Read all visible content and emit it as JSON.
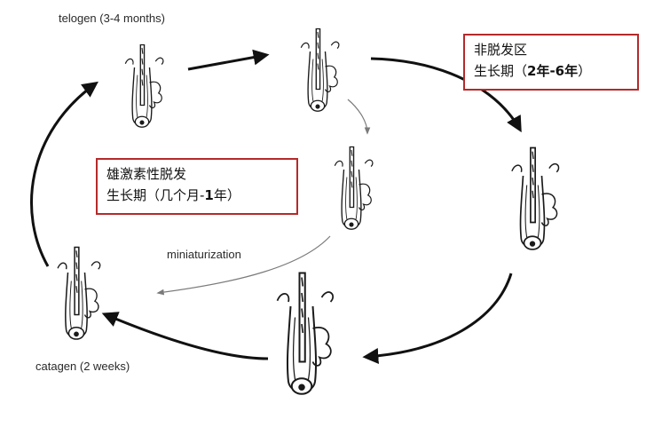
{
  "stages": {
    "telogen": "telogen (3-4 months)",
    "catagen": "catagen (2 weeks)",
    "miniaturization": "miniaturization"
  },
  "boxes": {
    "non_alopecia": {
      "line1": "非脱发区",
      "line2_prefix": "生长期（",
      "line2_range": "2年-6年",
      "line2_suffix": "）"
    },
    "androgenic": {
      "line1": "雄激素性脱发",
      "line2_prefix": "生长期（几个月-",
      "line2_bold": "1",
      "line2_suffix": "年）"
    }
  },
  "colors": {
    "box_border": "#b52a2a",
    "arrow": "#111111",
    "thin_arrow": "#7a7a7a",
    "follicle_ink": "#1a1a1a"
  },
  "icons": [
    "hair-follicle-icon"
  ]
}
